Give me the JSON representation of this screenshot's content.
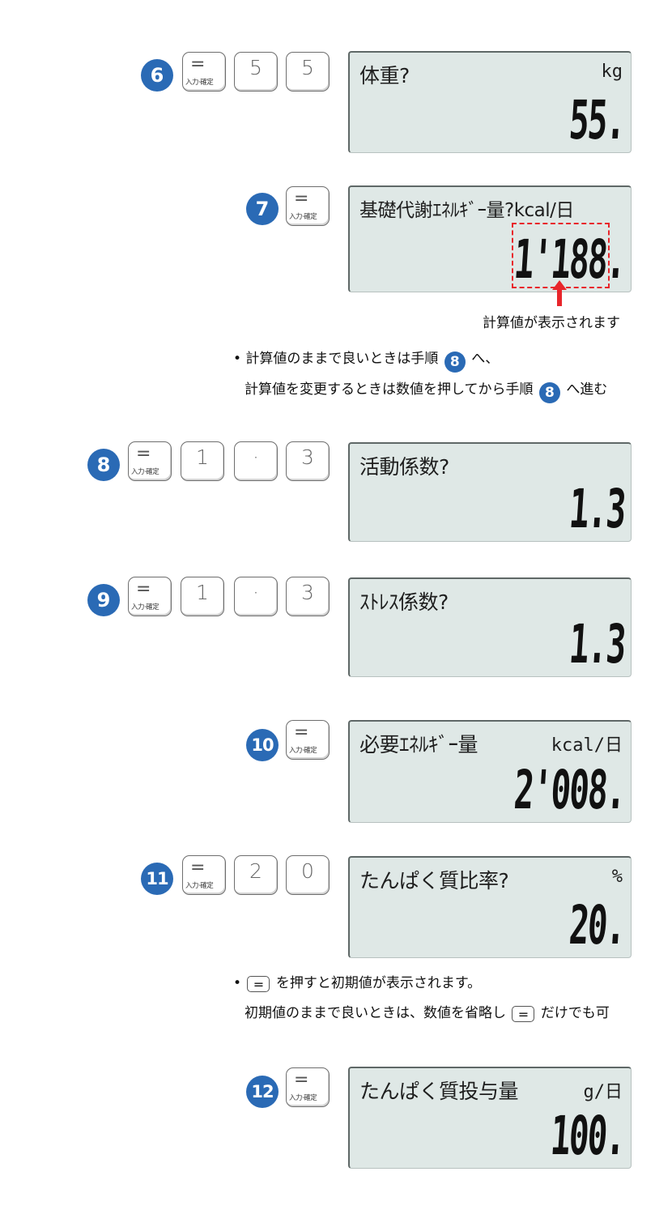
{
  "colors": {
    "accent": "#2a6ab5",
    "lcd_bg": "#dfe8e6",
    "highlight": "#e8262b"
  },
  "eq_key": {
    "symbol": "=",
    "sub": "入力·確定"
  },
  "steps": {
    "s6": {
      "num": "6",
      "keys": [
        "5",
        "5"
      ],
      "title": "体重?",
      "unit": "kg",
      "value": "55."
    },
    "s7": {
      "num": "7",
      "title": "基礎代謝ｴﾈﾙｷﾞｰ量?kcal/日",
      "value": "1'188."
    },
    "s8": {
      "num": "8",
      "keys": [
        "1",
        "·",
        "3"
      ],
      "title": "活動係数?",
      "value": "1.3"
    },
    "s9": {
      "num": "9",
      "keys": [
        "1",
        "·",
        "3"
      ],
      "title": "ｽﾄﾚｽ係数?",
      "value": "1.3"
    },
    "s10": {
      "num": "10",
      "title": "必要ｴﾈﾙｷﾞｰ量",
      "unit": "kcal/日",
      "value": "2'008."
    },
    "s11": {
      "num": "11",
      "keys": [
        "2",
        "0"
      ],
      "title": "たんぱく質比率?",
      "unit": "%",
      "value": "20."
    },
    "s12": {
      "num": "12",
      "title": "たんぱく質投与量",
      "unit": "g/日",
      "value": "100."
    }
  },
  "callout": "計算値が表示されます",
  "notes": {
    "n1_a": "• 計算値のままで良いときは手順",
    "n1_b": "へ、",
    "n2_a": "計算値を変更するときは数値を押してから手順",
    "n2_b": "へ進む",
    "ref_num": "8",
    "n3_a": "•",
    "n3_b": "を押すと初期値が表示されます。",
    "n4_a": "初期値のままで良いときは、数値を省略し",
    "n4_b": "だけでも可",
    "eq_symbol": "="
  }
}
